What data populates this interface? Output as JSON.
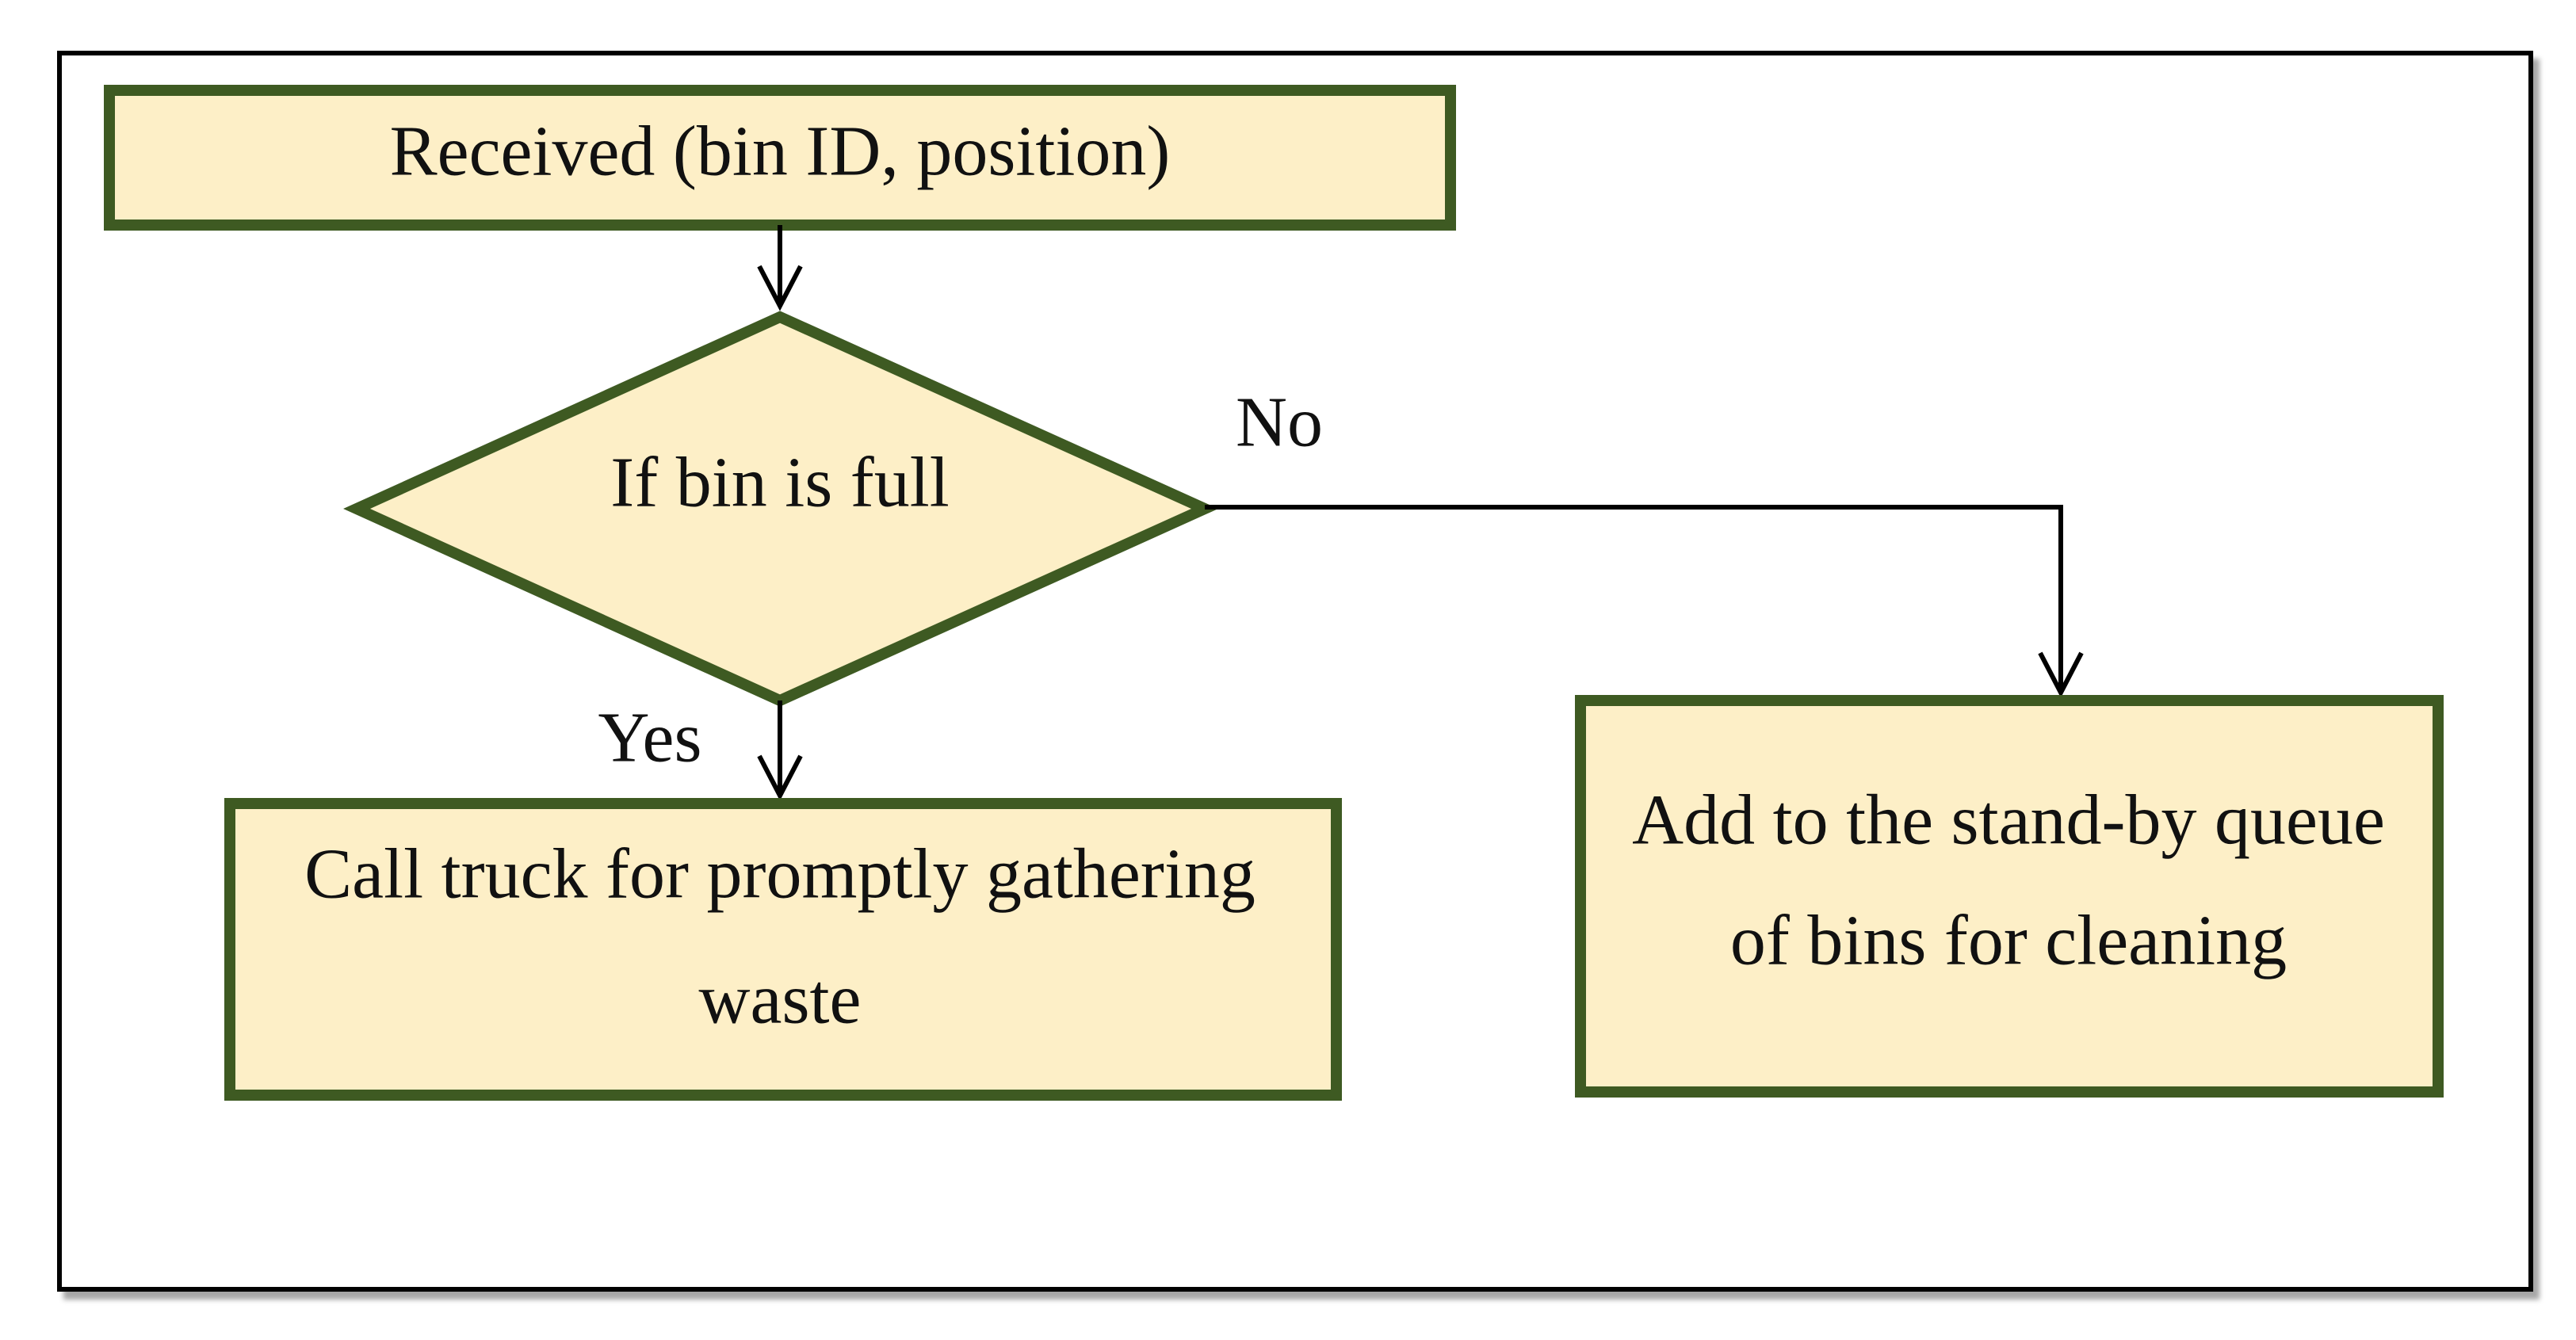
{
  "colors": {
    "node_fill": "#fdefc7",
    "node_stroke": "#3e5a22",
    "edge": "#000000"
  },
  "nodes": {
    "received": {
      "label": "Received (bin ID, position)"
    },
    "decision": {
      "label": "If bin is full"
    },
    "call_truck": {
      "line1": "Call truck for promptly gathering",
      "line2": "waste"
    },
    "standby": {
      "line1": "Add to the stand-by queue",
      "line2": "of bins for cleaning"
    }
  },
  "edges": {
    "yes_label": "Yes",
    "no_label": "No"
  }
}
